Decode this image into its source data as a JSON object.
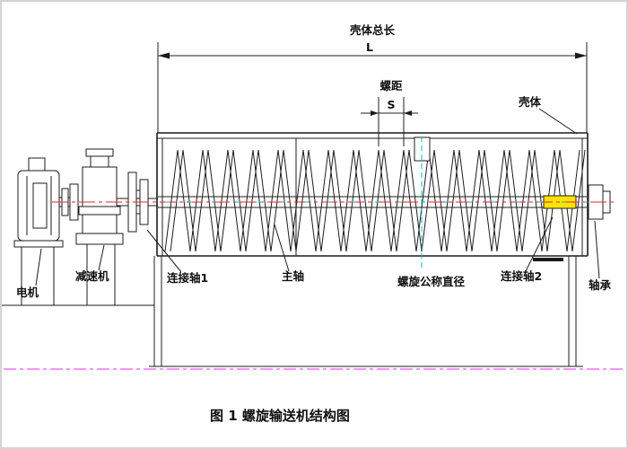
{
  "figure": {
    "title_caption": "图 1 螺旋输送机结构图",
    "dimensions": {
      "total_length_label": "壳体总长",
      "total_length_symbol": "L",
      "pitch_label": "螺距",
      "pitch_symbol": "S"
    },
    "part_labels": {
      "shell": "壳体",
      "motor": "电机",
      "reducer": "减速机",
      "coupling_1": "连接轴1",
      "main_shaft": "主轴",
      "screw_nominal_diameter": "螺旋公称直径",
      "coupling_2": "连接轴2",
      "bearing": "轴承"
    },
    "colors": {
      "line": "#1c1c1c",
      "centerline_red": "#e8262a",
      "centerline_cyan": "#00bfc0",
      "ground_magenta": "#f02bf0",
      "coupling_highlight_yellow": "#ffe400"
    }
  }
}
